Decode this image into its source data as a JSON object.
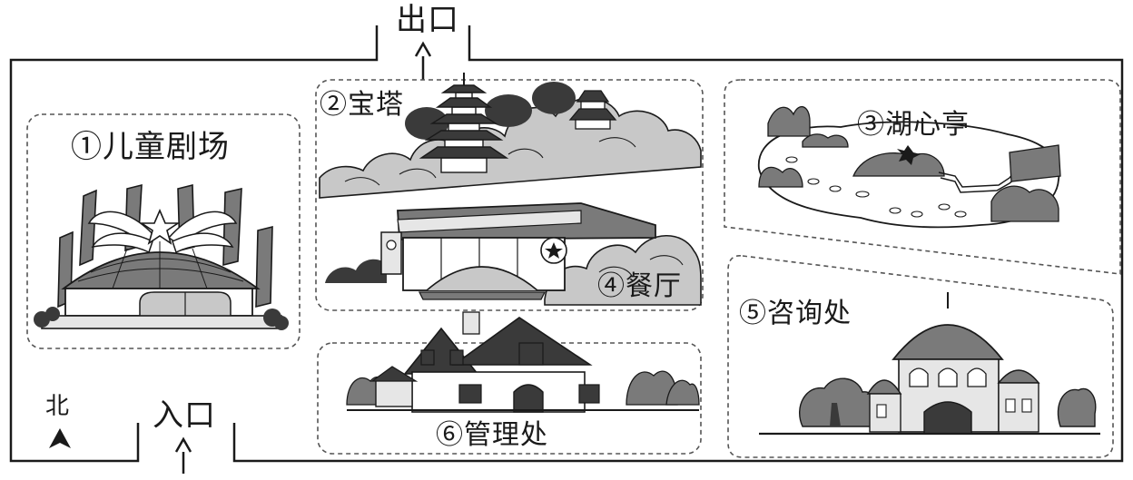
{
  "map": {
    "exit_label": "出口",
    "entrance_label": "入口",
    "north_label": "北",
    "attractions": [
      {
        "id": "1",
        "label": "①儿童剧场"
      },
      {
        "id": "2",
        "label": "②宝塔"
      },
      {
        "id": "3",
        "label": "③湖心亭"
      },
      {
        "id": "4",
        "label": "④餐厅"
      },
      {
        "id": "5",
        "label": "⑤咨询处"
      },
      {
        "id": "6",
        "label": "⑥管理处"
      }
    ]
  },
  "colors": {
    "ink": "#1a1a1a",
    "shade_dark": "#3a3a3a",
    "shade_mid": "#7a7a7a",
    "shade_light": "#c8c8c8",
    "shade_pale": "#e6e6e6"
  }
}
